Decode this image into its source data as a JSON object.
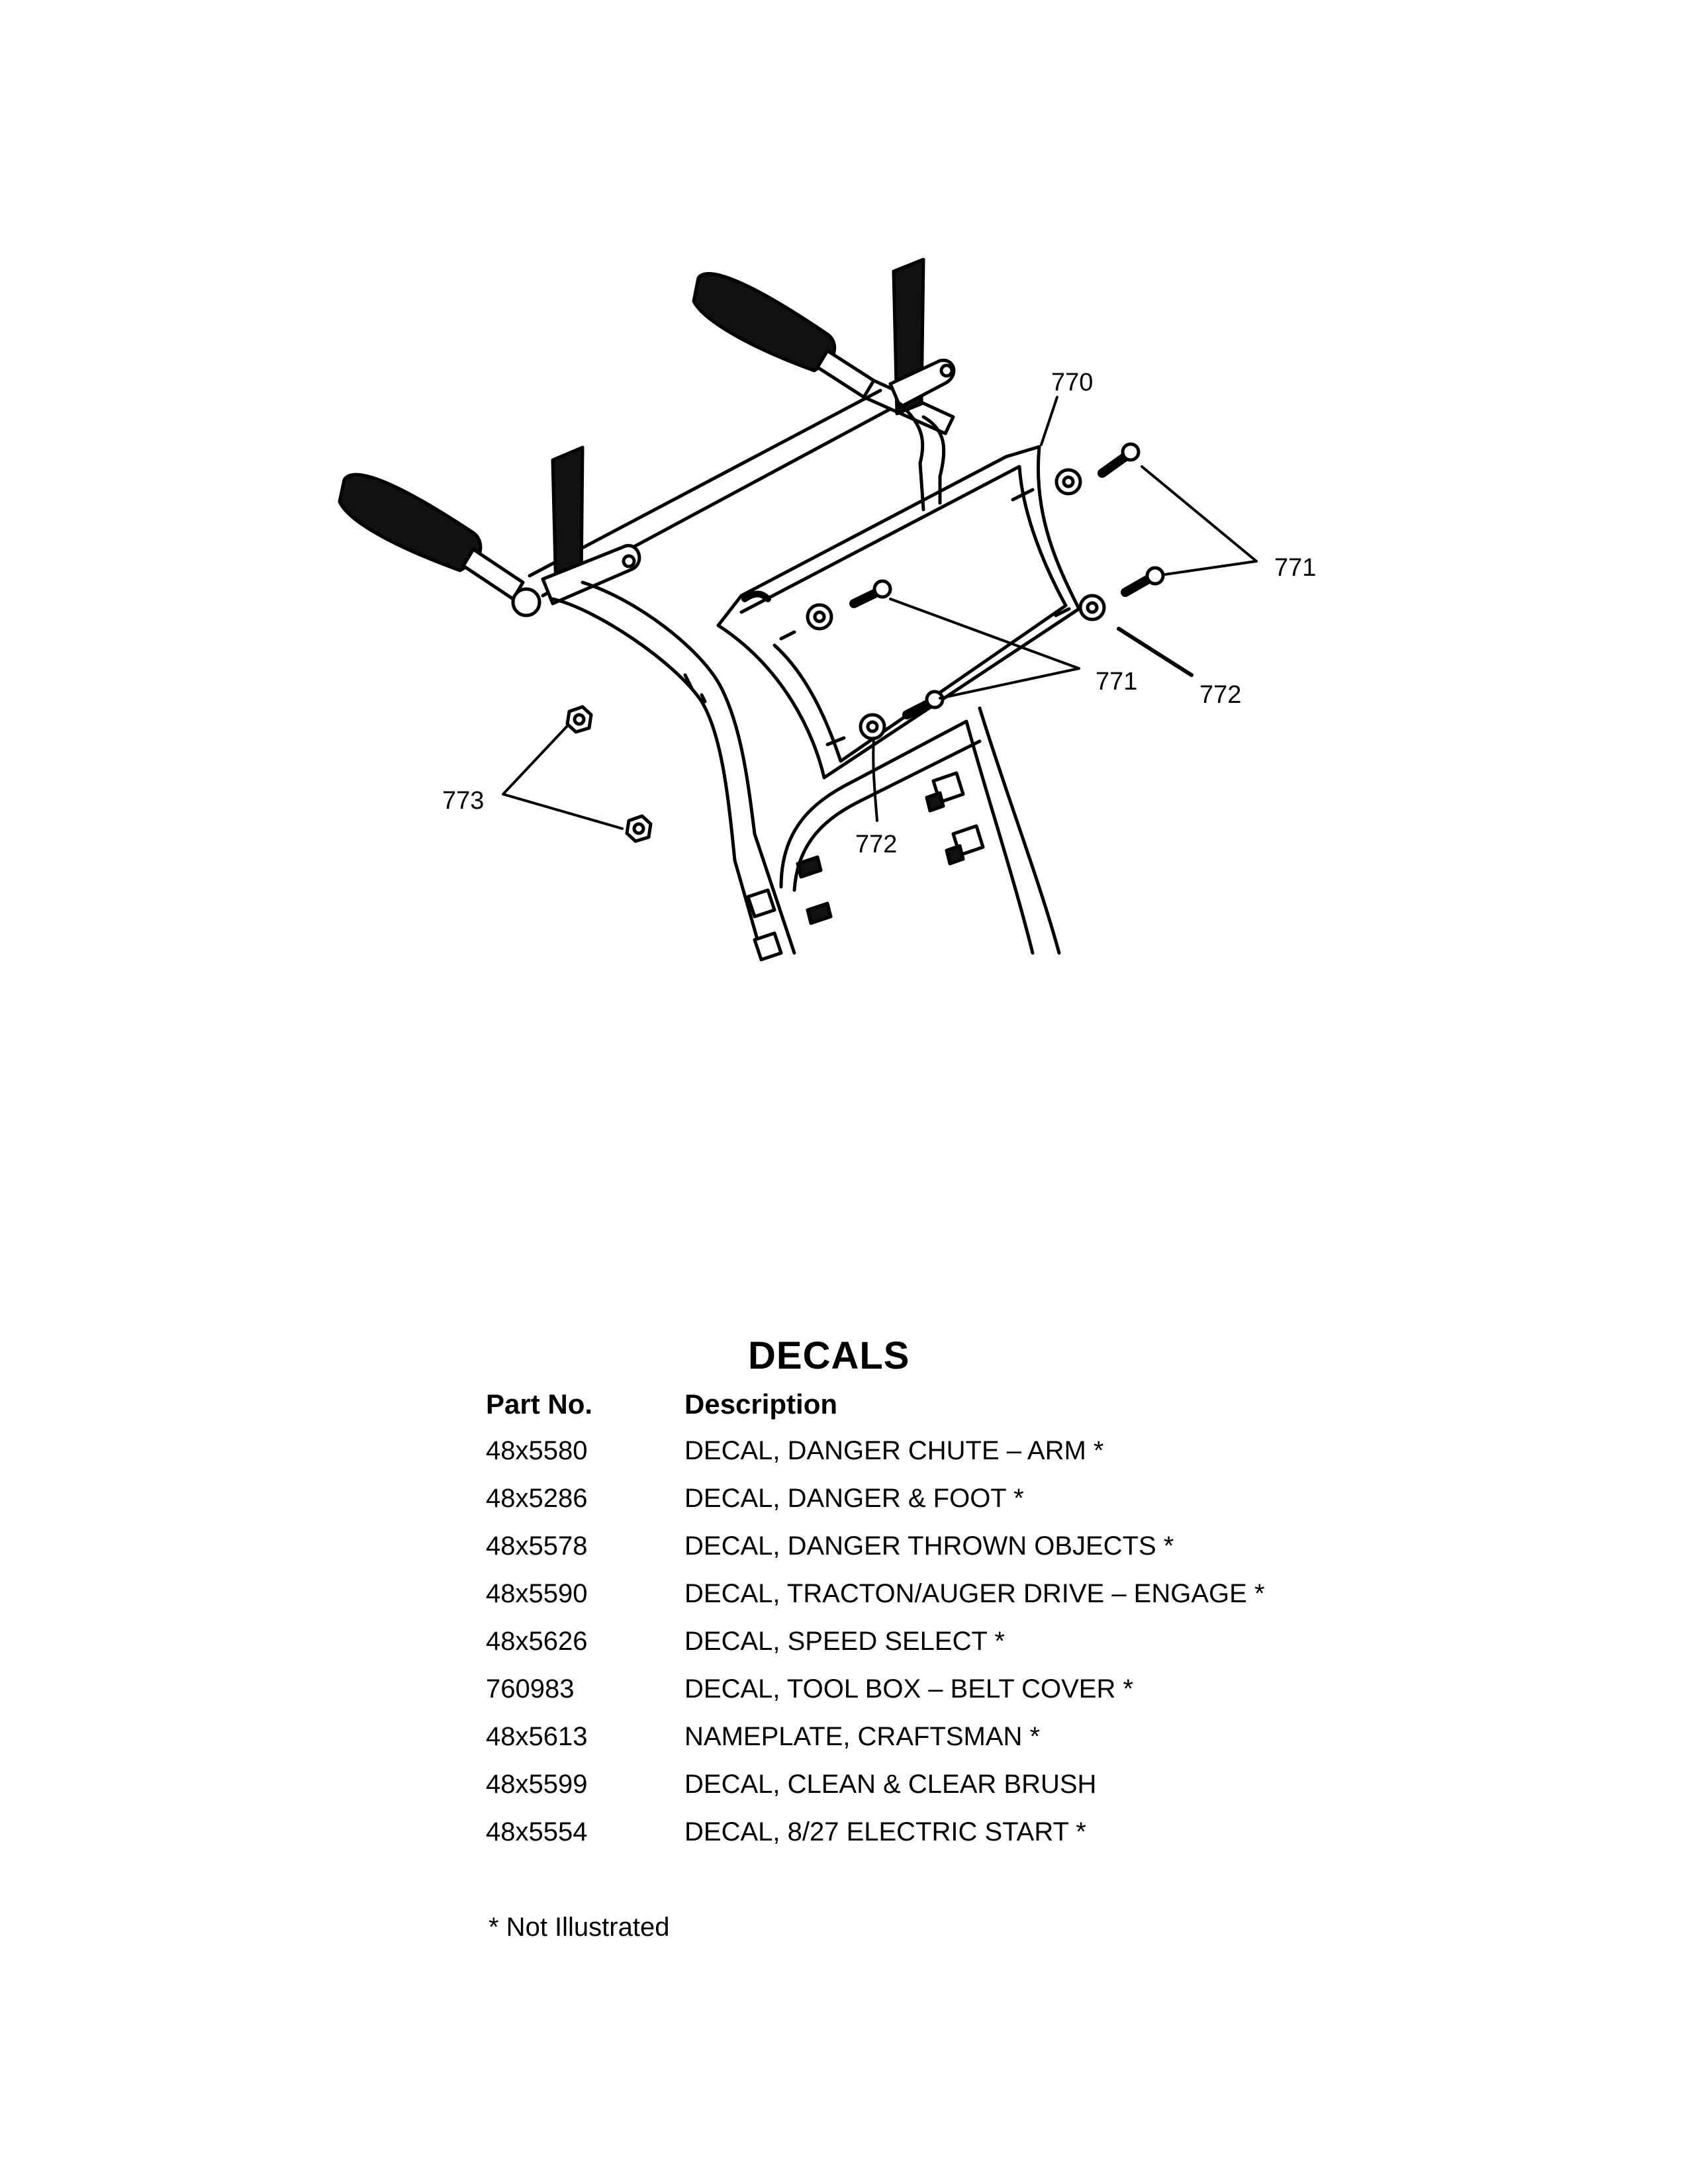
{
  "callouts": {
    "c770": "770",
    "c771a": "771",
    "c771b": "771",
    "c772a": "772",
    "c772b": "772",
    "c773": "773"
  },
  "section_title": "DECALS",
  "table": {
    "headers": [
      "Part No.",
      "Description"
    ],
    "rows": [
      {
        "part": "48x5580",
        "description": "DECAL, DANGER CHUTE – ARM  *"
      },
      {
        "part": "48x5286",
        "description": "DECAL, DANGER & FOOT  *"
      },
      {
        "part": "48x5578",
        "description": "DECAL, DANGER THROWN OBJECTS  *"
      },
      {
        "part": "48x5590",
        "description": "DECAL, TRACTON/AUGER DRIVE – ENGAGE  *"
      },
      {
        "part": "48x5626",
        "description": "DECAL, SPEED SELECT  *"
      },
      {
        "part": "760983",
        "description": "DECAL, TOOL BOX – BELT COVER  *"
      },
      {
        "part": "48x5613",
        "description": "NAMEPLATE, CRAFTSMAN  *"
      },
      {
        "part": "48x5599",
        "description": "DECAL, CLEAN & CLEAR BRUSH"
      },
      {
        "part": "48x5554",
        "description": "DECAL, 8/27 ELECTRIC START  *"
      }
    ]
  },
  "footnote": "*  Not Illustrated"
}
